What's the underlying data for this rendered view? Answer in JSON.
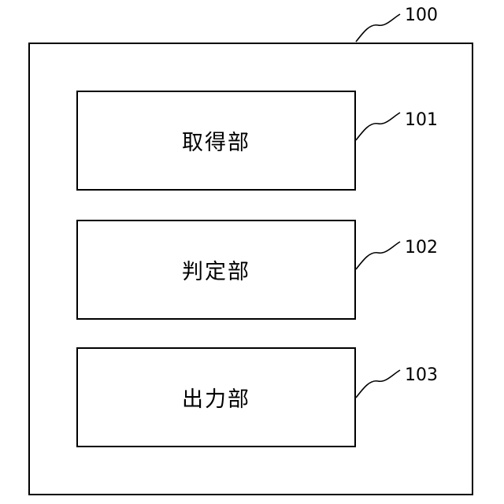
{
  "diagram": {
    "container": {
      "ref": "100"
    },
    "blocks": [
      {
        "ref": "101",
        "label": "取得部"
      },
      {
        "ref": "102",
        "label": "判定部"
      },
      {
        "ref": "103",
        "label": "出力部"
      }
    ]
  }
}
